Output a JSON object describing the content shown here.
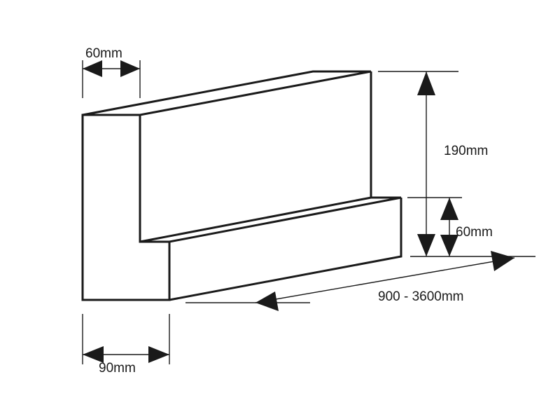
{
  "dimensions": {
    "top_width": "60mm",
    "height": "190mm",
    "step_height": "60mm",
    "length": "900 - 3600mm",
    "base_width": "90mm"
  },
  "colors": {
    "line": "#1a1a1a",
    "background": "#ffffff"
  }
}
